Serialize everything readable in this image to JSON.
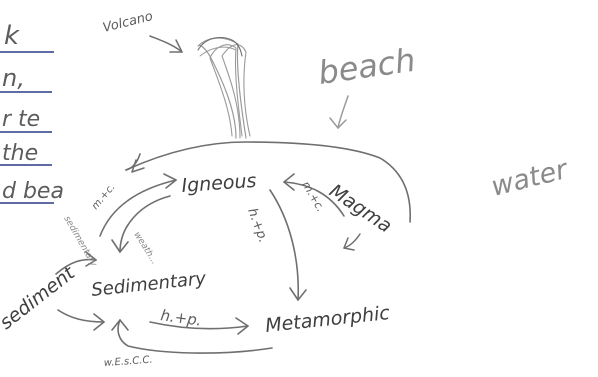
{
  "margin_notes": [
    "k",
    "n,",
    "r te",
    "the",
    "d bea"
  ],
  "labels": {
    "volcano": "Volcano",
    "beach": "beach",
    "water": "water",
    "igneous": "Igneous",
    "magma": "Magma",
    "sedimentary": "Sedimentary",
    "metamorphic": "Metamorphic",
    "sediment": "sediment",
    "sediment_small": "sedimentary"
  },
  "arrow_labels": {
    "m_t_c_left": "m.+c.",
    "m_t_c_right": "m.+c.",
    "h_t_p_vertical": "h.+p.",
    "h_t_p_bottom": "h.+p.",
    "w_e_s_c_c": "w.E.s.C.C.",
    "weathering_small": "weath..."
  }
}
